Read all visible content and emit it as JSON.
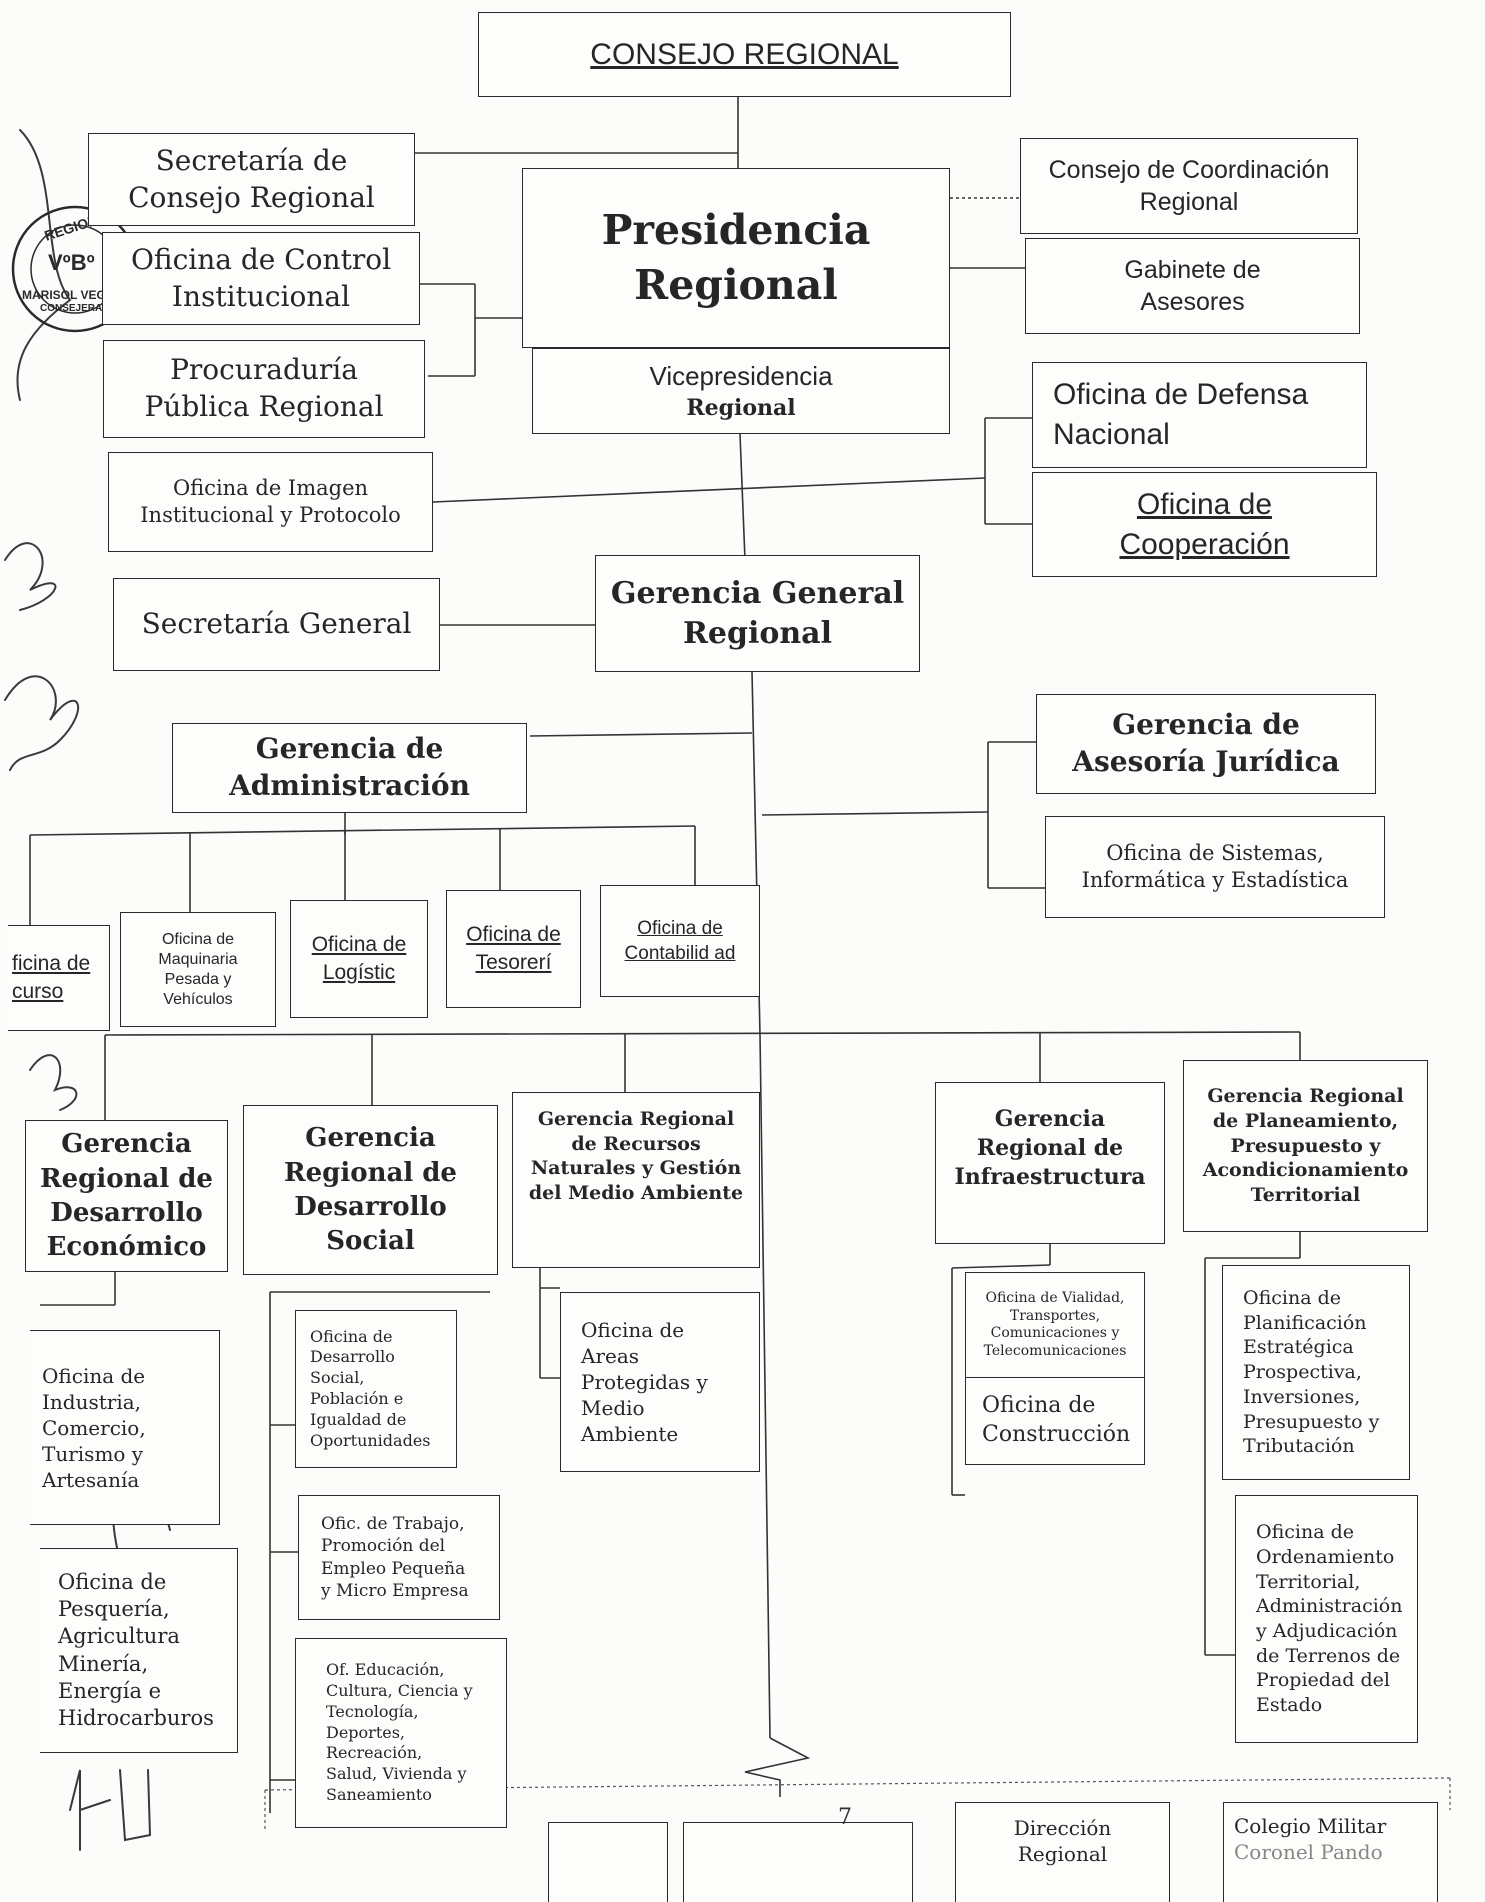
{
  "header": {
    "council": "CONSEJO REGIONAL"
  },
  "top": {
    "secretaria_consejo": "Secretaría de Consejo Regional",
    "control_institucional": "Oficina de Control Institucional",
    "procuraduria": "Procuraduría Pública Regional",
    "imagen": "Oficina de Imagen Institucional y Protocolo",
    "presidencia": "Presidencia Regional",
    "vicepresidencia_1": "Vicepresidencia",
    "vicepresidencia_2": "Regional",
    "coordinacion": "Consejo de Coordinación Regional",
    "gabinete": "Gabinete de Asesores",
    "defensa": "Oficina de Defensa Nacional",
    "cooperacion": "Oficina de Cooperación",
    "secretaria_general": "Secretaría General",
    "gerencia_general": "Gerencia General Regional"
  },
  "middle": {
    "administracion": "Gerencia de Administración",
    "asesoria": "Gerencia de Asesoría Jurídica",
    "sistemas": "Oficina de Sistemas, Informática y Estadística",
    "rrhh": "ficina de curso",
    "maquinaria": "Oficina de Maquinaria Pesada y Vehículos",
    "logistica": "Oficina de Logístic",
    "tesoreria": "Oficina de Tesorerí",
    "contabilidad": "Oficina de Contabilid ad"
  },
  "gerencias": {
    "economico": "Gerencia Regional de Desarrollo Económico",
    "social": "Gerencia Regional de Desarrollo Social",
    "recursos": "Gerencia Regional de Recursos Naturales y Gestión del Medio Ambiente",
    "infraestructura": "Gerencia Regional de Infraestructura",
    "planeamiento": "Gerencia Regional de Planeamiento, Presupuesto y Acondicionamiento Territorial"
  },
  "oficinas": {
    "industria": "Oficina de Industria, Comercio, Turismo y Artesanía",
    "pesqueria": "Oficina de Pesquería, Agricultura Minería, Energía e Hidrocarburos",
    "desarrollo_social": "Oficina de Desarrollo Social, Población e Igualdad de Oportunidades",
    "trabajo": "Ofic. de Trabajo, Promoción del Empleo Pequeña y Micro Empresa",
    "educacion": "Of. Educación, Cultura, Ciencia y Tecnología, Deportes, Recreación, Salud, Vivienda y Saneamiento",
    "areas": "Oficina de Areas Protegidas y Medio Ambiente",
    "vialidad": "Oficina de Vialidad, Transportes, Comunicaciones y Telecomunicaciones",
    "construccion": "Oficina de Construcción",
    "planificacion": "Oficina de Planificación Estratégica Prospectiva, Inversiones, Presupuesto y Tributación",
    "ordenamiento": "Oficina de Ordenamiento Territorial, Administración y Adjudicación de Terrenos de Propiedad del Estado"
  },
  "bottom": {
    "direccion": "Dirección Regional",
    "colegio": "Colegio Militar",
    "colegio_cut": "Coronel Pando"
  },
  "stamp": {
    "ring_text": "REGION CALLAO",
    "vobo": "VºBº",
    "name": "MARISOL VEGA",
    "role": "CONSEJERA"
  },
  "page_number": "7"
}
